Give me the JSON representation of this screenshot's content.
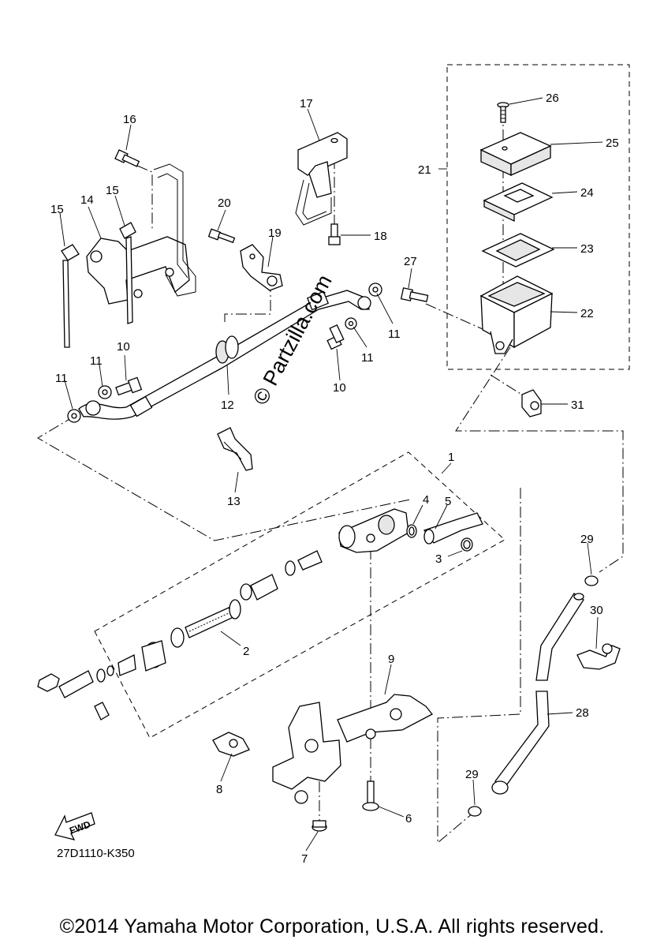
{
  "callouts": [
    "1",
    "2",
    "3",
    "4",
    "5",
    "6",
    "7",
    "8",
    "9",
    "10",
    "10",
    "11",
    "11",
    "11",
    "12",
    "13",
    "14",
    "15",
    "15",
    "16",
    "17",
    "18",
    "19",
    "20",
    "21",
    "22",
    "23",
    "24",
    "25",
    "26",
    "27",
    "28",
    "29",
    "29",
    "30",
    "31"
  ],
  "fwd_label": "FWD",
  "diagram_code": "27D1110-K350",
  "watermark": "© Partzilla.com",
  "copyright": "©2014 Yamaha Motor Corporation, U.S.A. All rights reserved."
}
